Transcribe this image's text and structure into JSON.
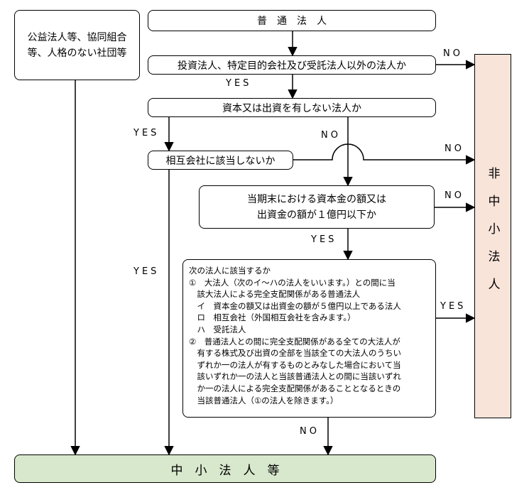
{
  "boxes": {
    "public_corp": "公益法人等、協同組合等、人格のない社団等",
    "ordinary_corp": "普　通　法　人",
    "q_investment": "投資法人、特定目的会社及び受託法人以外の法人か",
    "q_no_capital": "資本又は出資を有しない法人か",
    "q_mutual": "相互会社に該当しないか",
    "q_capital_line1": "当期末における資本金の額又は",
    "q_capital_line2": "出資金の額が１億円以下か",
    "non_sme": "非中小法人",
    "sme": "中　小　法　人　等"
  },
  "detail": {
    "lines": [
      "次の法人に該当するか",
      "①　大法人（次のイ～ハの法人をいいます。）との間に当",
      "　該大法人による完全支配関係がある普通法人",
      "　イ　資本金の額又は出資金の額が５億円以上である法人",
      "　ロ　相互会社（外国相互会社を含みます。）",
      "　ハ　受託法人",
      "②　普通法人との間に完全支配関係がある全ての大法人が",
      "　有する株式及び出資の全部を当該全ての大法人のうちい",
      "　ずれか一の法人が有するものとみなした場合において当",
      "　該いずれか一の法人と当該普通法人との間に当該いずれ",
      "　か一の法人による完全支配関係があることとなるときの",
      "　当該普通法人（①の法人を除きます。）"
    ]
  },
  "labels": {
    "no1": "NO",
    "yes1": "YES",
    "yes2": "YES",
    "no2": "NO",
    "no3": "NO",
    "no4": "NO",
    "yes3": "YES",
    "yes4": "YES",
    "yes5": "YES",
    "no5": "NO"
  }
}
